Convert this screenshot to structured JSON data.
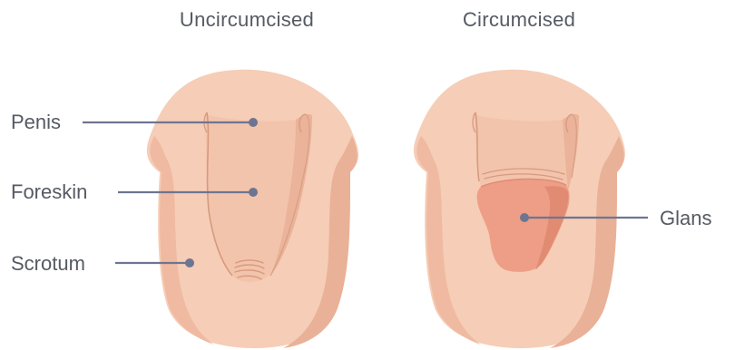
{
  "figure": {
    "titles": {
      "left": "Uncircumcised",
      "right": "Circumcised"
    },
    "labels": {
      "penis": "Penis",
      "foreskin": "Foreskin",
      "scrotum": "Scrotum",
      "glans": "Glans"
    },
    "colors": {
      "skin_light": "#f6cdb6",
      "skin_mid": "#efbaa1",
      "skin_shadow": "#e3a98f",
      "skin_line": "#d79a7f",
      "glans": "#ee9e86",
      "glans_shadow": "#e08b72",
      "leader": "#6e7591",
      "text": "#555a63"
    }
  }
}
